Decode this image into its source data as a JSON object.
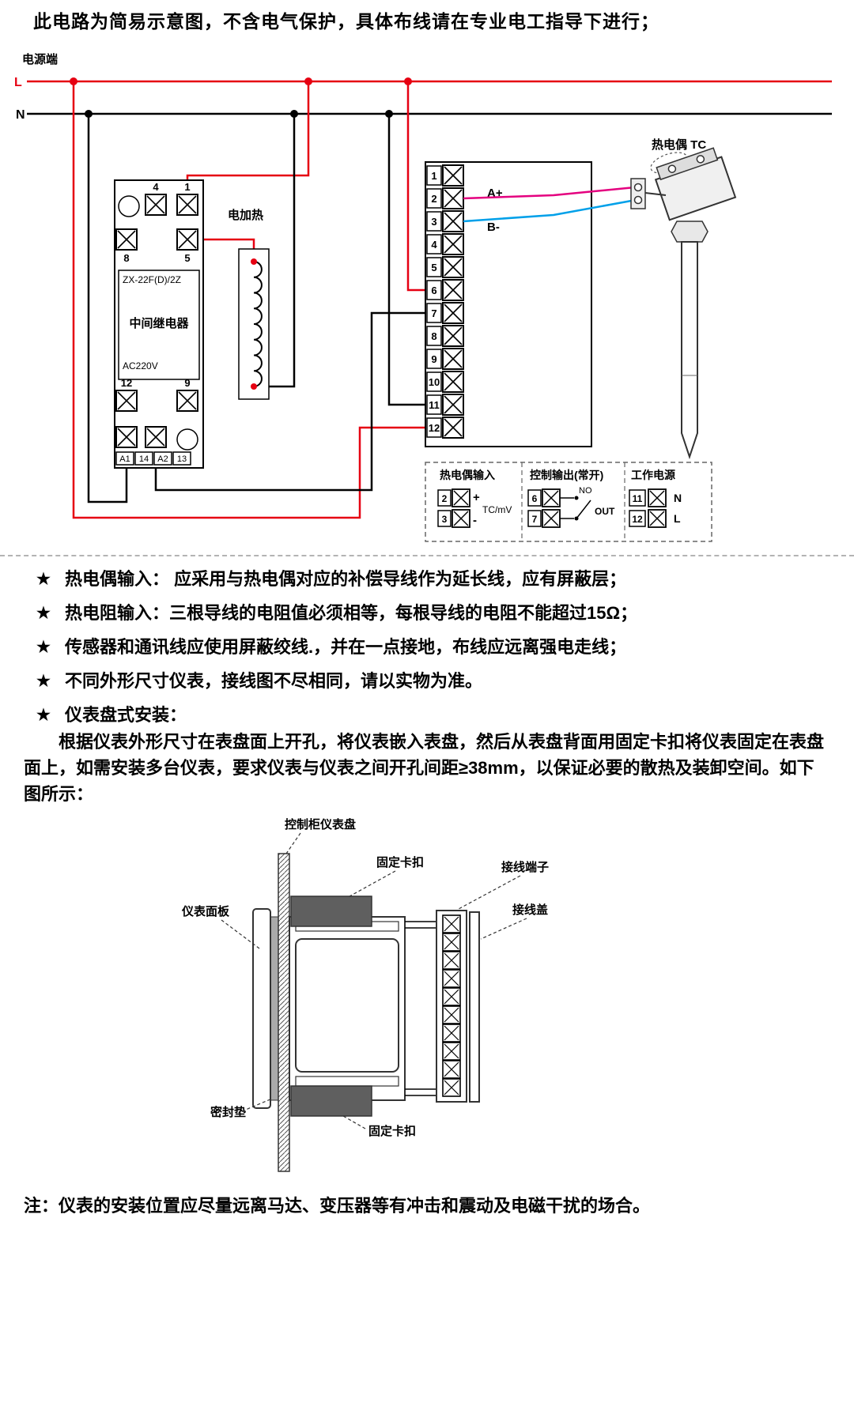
{
  "header": {
    "warning": "此电路为简易示意图，不含电气保护，具体布线请在专业电工指导下进行；"
  },
  "power": {
    "label": "电源端",
    "l": "L",
    "n": "N"
  },
  "colors": {
    "live": "#e60012",
    "neutral": "#000000",
    "tc_plus_wire": "#e4007f",
    "tc_minus_wire": "#00a0e9"
  },
  "relay": {
    "model": "ZX-22F(D)/2Z",
    "name": "中间继电器",
    "voltage": "AC220V",
    "top_labels": [
      "4",
      "1"
    ],
    "mid_labels": [
      "8",
      "5"
    ],
    "low_labels": [
      "12",
      "9"
    ],
    "bottom_labels": [
      "A1",
      "14",
      "A2",
      "13"
    ]
  },
  "heater": {
    "label": "电加热"
  },
  "terminal_block": {
    "numbers": [
      "1",
      "2",
      "3",
      "4",
      "5",
      "6",
      "7",
      "8",
      "9",
      "10",
      "11",
      "12"
    ],
    "a_plus": "A+",
    "b_minus": "B-"
  },
  "thermocouple": {
    "label": "热电偶 TC"
  },
  "io_panel": {
    "tc_input": {
      "title": "热电偶输入",
      "row1": "2",
      "row2": "3",
      "plus": "+",
      "minus": "-",
      "signal": "TC/mV"
    },
    "control_output": {
      "title": "控制输出(常开)",
      "row1": "6",
      "row2": "7",
      "no": "NO",
      "out": "OUT"
    },
    "power_supply": {
      "title": "工作电源",
      "row1": "11",
      "row2": "12",
      "n": "N",
      "l": "L"
    }
  },
  "notes_star": "★",
  "notes": [
    "热电偶输入： 应采用与热电偶对应的补偿导线作为延长线，应有屏蔽层；",
    "热电阻输入：三根导线的电阻值必须相等，每根导线的电阻不能超过15Ω；",
    "传感器和通讯线应使用屏蔽绞线.，并在一点接地，布线应远离强电走线；",
    "不同外形尺寸仪表，接线图不尽相同，请以实物为准。",
    "仪表盘式安装："
  ],
  "installation": {
    "paragraph": "根据仪表外形尺寸在表盘面上开孔，将仪表嵌入表盘，然后从表盘背面用固定卡扣将仪表固定在表盘面上，如需安装多台仪表，要求仪表与仪表之间开孔间距≥38mm，以保证必要的散热及装卸空间。如下图所示："
  },
  "mount": {
    "panel_label": "控制柜仪表盘",
    "clip_top_label": "固定卡扣",
    "terminal_label": "接线端子",
    "cover_label": "接线盖",
    "front_panel_label": "仪表面板",
    "seal_label": "密封垫",
    "clip_bottom_label": "固定卡扣"
  },
  "footer": {
    "note": "注：仪表的安装位置应尽量远离马达、变压器等有冲击和震动及电磁干扰的场合。"
  }
}
